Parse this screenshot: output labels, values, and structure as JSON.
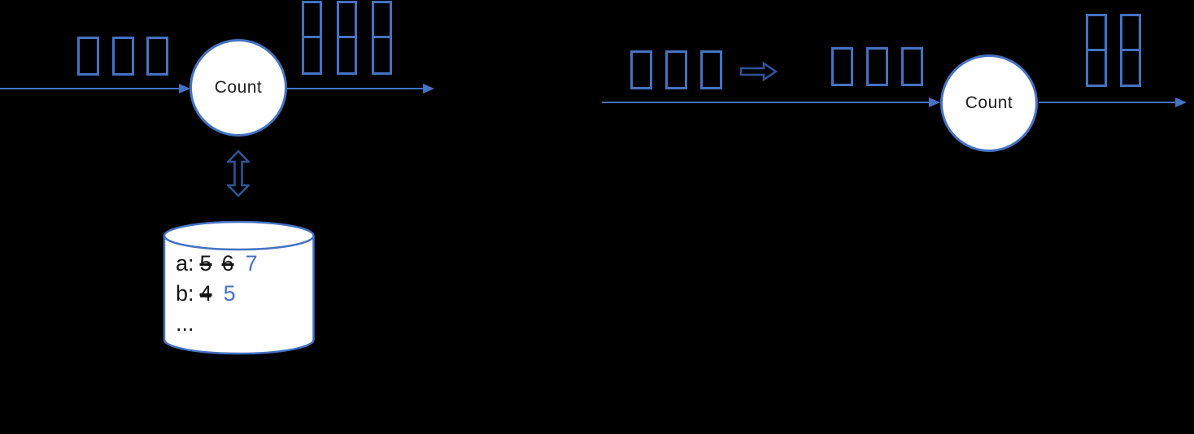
{
  "page": {
    "background": "#000000"
  },
  "colors": {
    "primary_blue": "#4472C4",
    "dark_blue": "#2F5496",
    "shape_fill": "#FFFFFF",
    "text_dark": "#141414"
  },
  "left_diagram": {
    "operator_label": "Count",
    "state_store": {
      "rows": [
        {
          "key": "a:",
          "old_values": [
            "5",
            "6"
          ],
          "current_value": "7"
        },
        {
          "key": "b:",
          "old_values": [
            "4"
          ],
          "current_value": "5"
        }
      ],
      "ellipsis": "..."
    }
  },
  "right_diagram": {
    "operator_label": "Count"
  }
}
